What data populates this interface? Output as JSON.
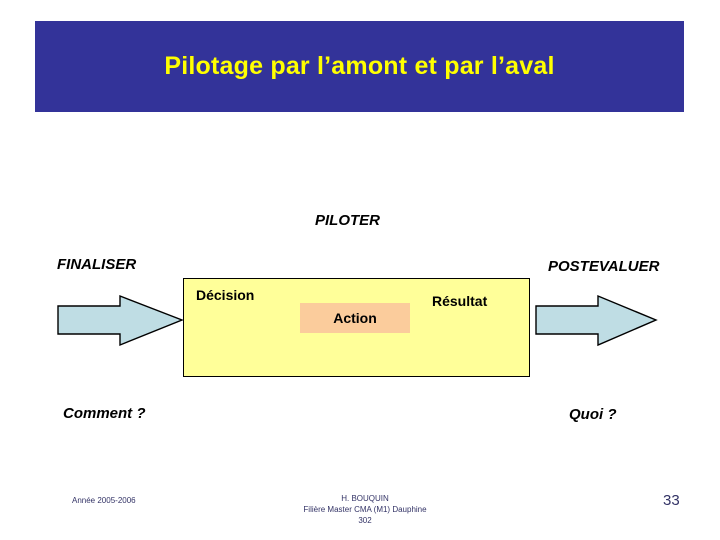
{
  "slide": {
    "title": "Pilotage par l’amont et par l’aval",
    "title_bg_color": "#333399",
    "title_text_color": "#ffff00"
  },
  "diagram": {
    "type": "process-flow",
    "core_box": {
      "label_top": "PILOTER",
      "fill_color": "#ffff99",
      "border_color": "#000000"
    },
    "left_arrow": {
      "label": "FINALISER",
      "sub_label": "Comment ?",
      "fill_color": "#bfdde4",
      "direction": "right"
    },
    "right_arrow": {
      "label": "POSTEVALUER",
      "sub_label": "Quoi ?",
      "fill_color": "#bfdde4",
      "direction": "right"
    },
    "flow": [
      {
        "name": "decision-label",
        "label": "Décision"
      },
      {
        "name": "action-box",
        "label": "Action",
        "fill_color": "#fbcc9c"
      },
      {
        "name": "resultat-label",
        "label": "Résultat"
      }
    ]
  },
  "footer": {
    "year": "Année 2005-2006",
    "author": "H. BOUQUIN",
    "course": "Filière Master CMA  (M1) Dauphine",
    "course_number": "302",
    "page_number": "33",
    "text_color": "#333366"
  }
}
